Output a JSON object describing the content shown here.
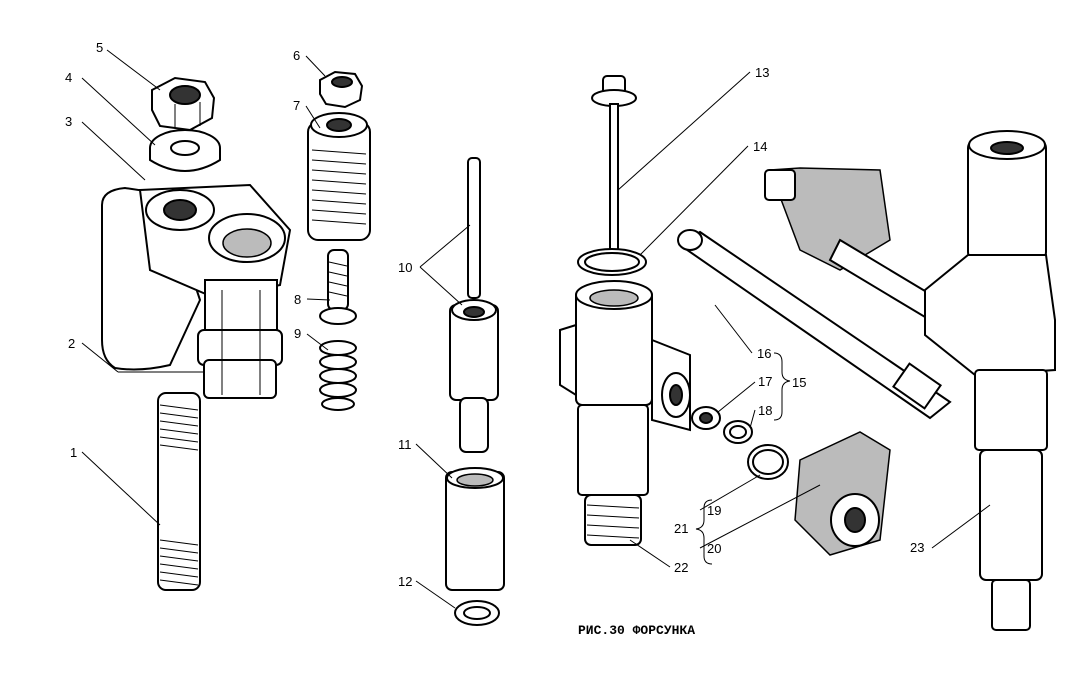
{
  "caption": "РИС.30 ФОРСУНКА",
  "labels": {
    "l1": "1",
    "l2": "2",
    "l3": "3",
    "l4": "4",
    "l5": "5",
    "l6": "6",
    "l7": "7",
    "l8": "8",
    "l9": "9",
    "l10": "10",
    "l11": "11",
    "l12": "12",
    "l13": "13",
    "l14": "14",
    "l15": "15",
    "l16": "16",
    "l17": "17",
    "l18": "18",
    "l19": "19",
    "l20": "20",
    "l21": "21",
    "l22": "22",
    "l23": "23"
  }
}
